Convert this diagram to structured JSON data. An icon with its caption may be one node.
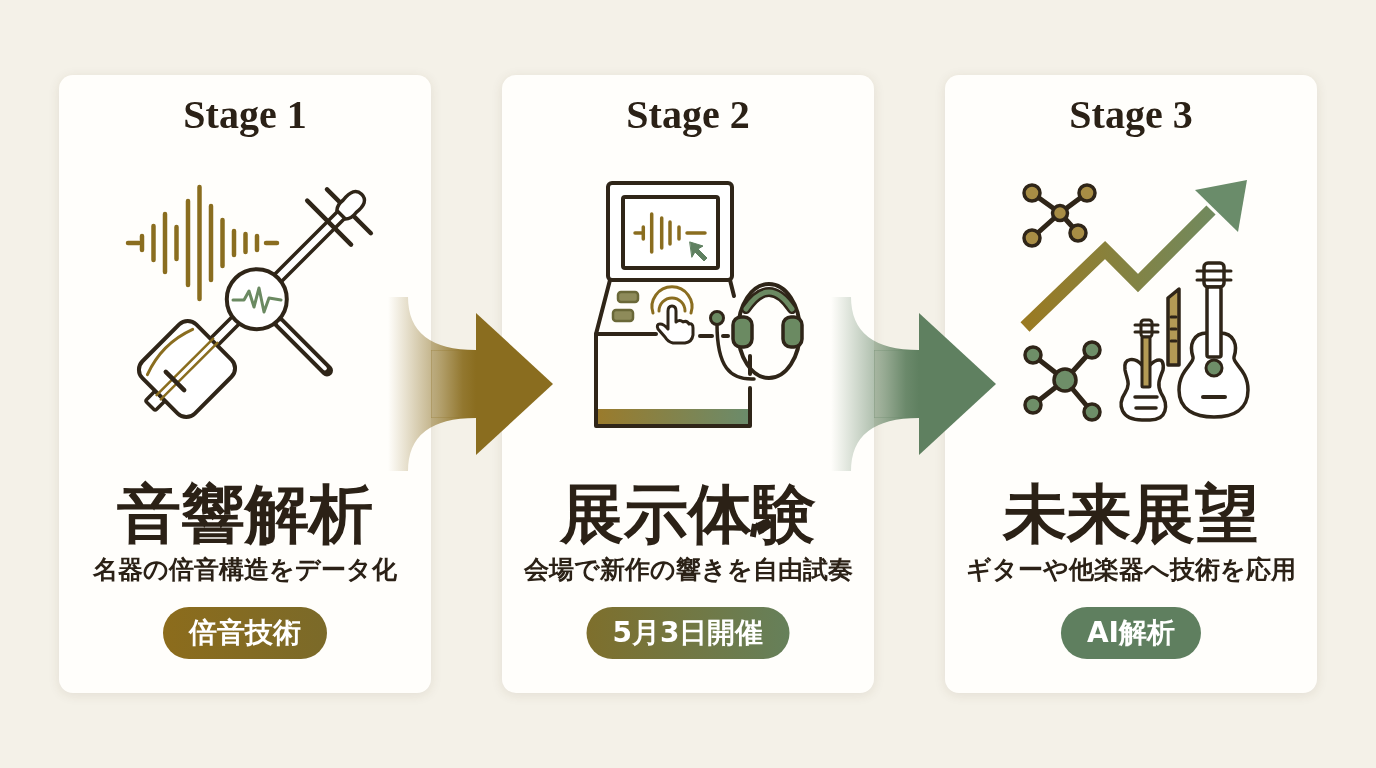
{
  "diagram": {
    "nodes": [
      {
        "text": [
          "Stage 1",
          "音響解析",
          "名器の倍音構造をデータ化"
        ]
      },
      {
        "text": [
          "倍音技術"
        ],
        "in": 0
      },
      {
        "text": [
          "Stage 2",
          "展示体験",
          "会場で新作の響きを自由試奏"
        ]
      },
      {
        "text": [
          "5月3日開催"
        ],
        "in": 2
      },
      {
        "text": [
          "Stage 3",
          "未来展望",
          "ギターや他楽器へ技術を応用"
        ]
      },
      {
        "text": [
          "AI解析"
        ],
        "in": 4
      }
    ],
    "edges": [
      {
        "from": 0,
        "to": 2,
        "arrow": "to",
        "color": "#8a6d1f"
      },
      {
        "from": 2,
        "to": 4,
        "arrow": "to",
        "color": "#5f8060"
      }
    ]
  }
}
